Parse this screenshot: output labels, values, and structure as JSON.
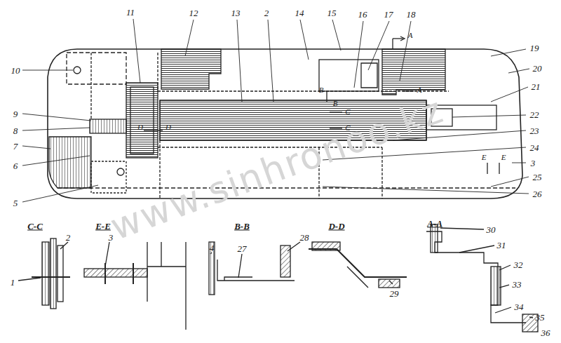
{
  "diagram": {
    "labels": [
      "10",
      "11",
      "12",
      "13",
      "2",
      "14",
      "15",
      "16",
      "17",
      "18",
      "19",
      "20",
      "21",
      "22",
      "23",
      "24",
      "3",
      "25",
      "26",
      "9",
      "8",
      "7",
      "6",
      "5",
      "C-C",
      "E-E",
      "B-B",
      "D-D",
      "A-A",
      "1",
      "2",
      "3",
      "4",
      "27",
      "28",
      "29",
      "30",
      "31",
      "32",
      "33",
      "34",
      "35",
      "36",
      "A",
      "A",
      "B",
      "B",
      "C",
      "C",
      "E",
      "E",
      "D",
      "D",
      "www.sinhronoo.kz"
    ]
  }
}
